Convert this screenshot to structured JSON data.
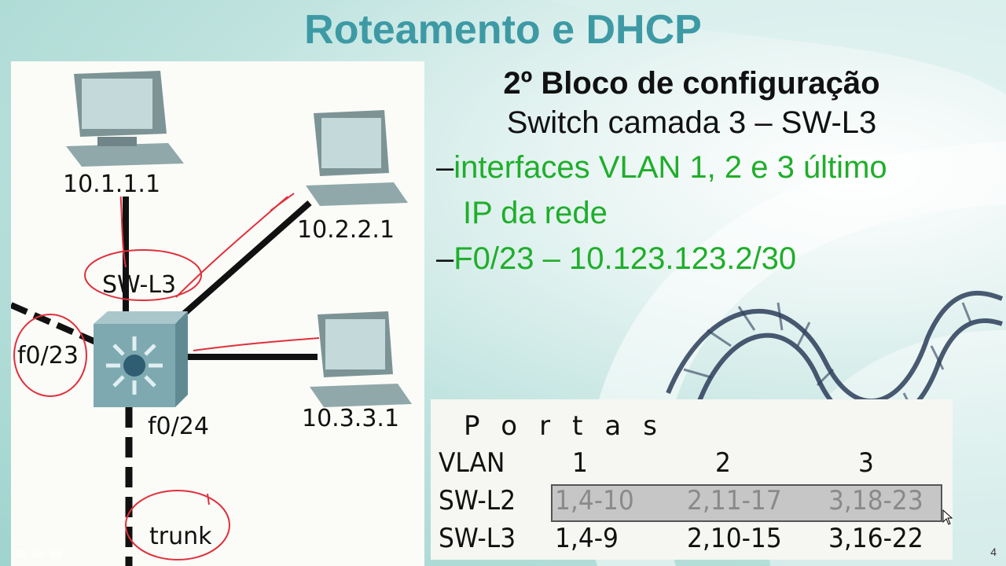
{
  "slide": {
    "title": "Roteamento e DHCP",
    "number": "4"
  },
  "diagram": {
    "pc1_ip": "10.1.1.1",
    "pc2_ip": "10.2.2.1",
    "pc3_ip": "10.3.3.1",
    "switch_name": "SW-L3",
    "port_f023": "f0/23",
    "port_f024": "f0/24",
    "trunk_label": "trunk"
  },
  "content": {
    "heading": "2º Bloco de configuração",
    "subheading": "Switch camada 3 – SW-L3",
    "items": [
      {
        "dash": "–",
        "text": "interfaces VLAN 1, 2 e 3 último",
        "continuation": "IP da rede"
      },
      {
        "dash": "–",
        "text": "F0/23 – 10.123.123.2/30"
      }
    ]
  },
  "ports_table": {
    "title": "Portas",
    "header_label": "VLAN",
    "vlans": [
      "1",
      "2",
      "3"
    ],
    "rows": [
      {
        "device": "SW-L2",
        "cells": [
          "1,4-10",
          "2,11-17",
          "3,18-23"
        ]
      },
      {
        "device": "SW-L3",
        "cells": [
          "1,4-9",
          "2,10-15",
          "3,16-22"
        ]
      }
    ]
  },
  "colors": {
    "title": "#3d9aa5",
    "highlight_text": "#1fae2b",
    "annotation": "#e0303a"
  }
}
